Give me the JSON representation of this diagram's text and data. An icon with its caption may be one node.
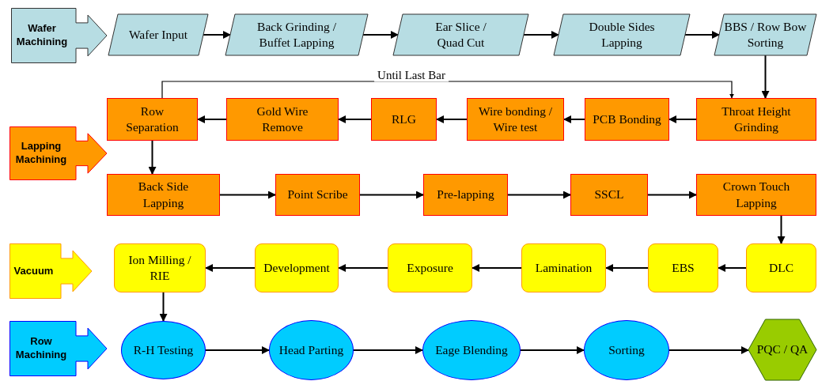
{
  "diagram": {
    "nodes": [
      {
        "text": [
          "Wafer Machining"
        ]
      },
      {
        "text": [
          "Wafer Input"
        ]
      },
      {
        "text": [
          "Back Grinding / Buffet Lapping"
        ]
      },
      {
        "text": [
          "Ear Slice / Quad Cut"
        ]
      },
      {
        "text": [
          "Double Sides Lapping"
        ]
      },
      {
        "text": [
          "BBS / Row Bow Sorting"
        ]
      },
      {
        "text": [
          "Row Separation"
        ]
      },
      {
        "text": [
          "Gold Wire Remove"
        ]
      },
      {
        "text": [
          "RLG"
        ]
      },
      {
        "text": [
          "Wire bonding / Wire test"
        ]
      },
      {
        "text": [
          "PCB Bonding"
        ]
      },
      {
        "text": [
          "Throat Height Grinding"
        ]
      },
      {
        "text": [
          "Lapping Machining"
        ]
      },
      {
        "text": [
          "Back Side Lapping"
        ]
      },
      {
        "text": [
          "Point Scribe"
        ]
      },
      {
        "text": [
          "Pre-lapping"
        ]
      },
      {
        "text": [
          "SSCL"
        ]
      },
      {
        "text": [
          "Crown Touch Lapping"
        ]
      },
      {
        "text": [
          "Vacuum"
        ]
      },
      {
        "text": [
          "Ion Milling / RIE"
        ]
      },
      {
        "text": [
          "Development"
        ]
      },
      {
        "text": [
          "Exposure"
        ]
      },
      {
        "text": [
          "Lamination"
        ]
      },
      {
        "text": [
          "EBS"
        ]
      },
      {
        "text": [
          "DLC"
        ]
      },
      {
        "text": [
          "Row Machining"
        ]
      },
      {
        "text": [
          "R-H Testing"
        ]
      },
      {
        "text": [
          "Head Parting"
        ]
      },
      {
        "text": [
          "Eage Blending"
        ]
      },
      {
        "text": [
          "Sorting"
        ]
      },
      {
        "text": [
          "PQC / QA"
        ]
      }
    ],
    "edges": [
      {
        "from": 1,
        "to": 2,
        "arrow": "to"
      },
      {
        "from": 2,
        "to": 3,
        "arrow": "to"
      },
      {
        "from": 3,
        "to": 4,
        "arrow": "to"
      },
      {
        "from": 4,
        "to": 5,
        "arrow": "to"
      },
      {
        "from": 5,
        "to": 11,
        "arrow": "to"
      },
      {
        "from": 11,
        "to": 10,
        "arrow": "to"
      },
      {
        "from": 10,
        "to": 9,
        "arrow": "to"
      },
      {
        "from": 9,
        "to": 8,
        "arrow": "to"
      },
      {
        "from": 8,
        "to": 7,
        "arrow": "to"
      },
      {
        "from": 7,
        "to": 6,
        "arrow": "to"
      },
      {
        "from": 6,
        "to": 11,
        "arrow": "to",
        "label": "Until Last Bar"
      },
      {
        "from": 6,
        "to": 13,
        "arrow": "to"
      },
      {
        "from": 13,
        "to": 14,
        "arrow": "to"
      },
      {
        "from": 14,
        "to": 15,
        "arrow": "to"
      },
      {
        "from": 15,
        "to": 16,
        "arrow": "to"
      },
      {
        "from": 16,
        "to": 17,
        "arrow": "to"
      },
      {
        "from": 17,
        "to": 24,
        "arrow": "to"
      },
      {
        "from": 24,
        "to": 23,
        "arrow": "to"
      },
      {
        "from": 23,
        "to": 22,
        "arrow": "to"
      },
      {
        "from": 22,
        "to": 21,
        "arrow": "to"
      },
      {
        "from": 21,
        "to": 20,
        "arrow": "to"
      },
      {
        "from": 20,
        "to": 19,
        "arrow": "to"
      },
      {
        "from": 19,
        "to": 26,
        "arrow": "to"
      },
      {
        "from": 26,
        "to": 27,
        "arrow": "to"
      },
      {
        "from": 27,
        "to": 28,
        "arrow": "to"
      },
      {
        "from": 28,
        "to": 29,
        "arrow": "to"
      },
      {
        "from": 29,
        "to": 30,
        "arrow": "to"
      }
    ]
  }
}
